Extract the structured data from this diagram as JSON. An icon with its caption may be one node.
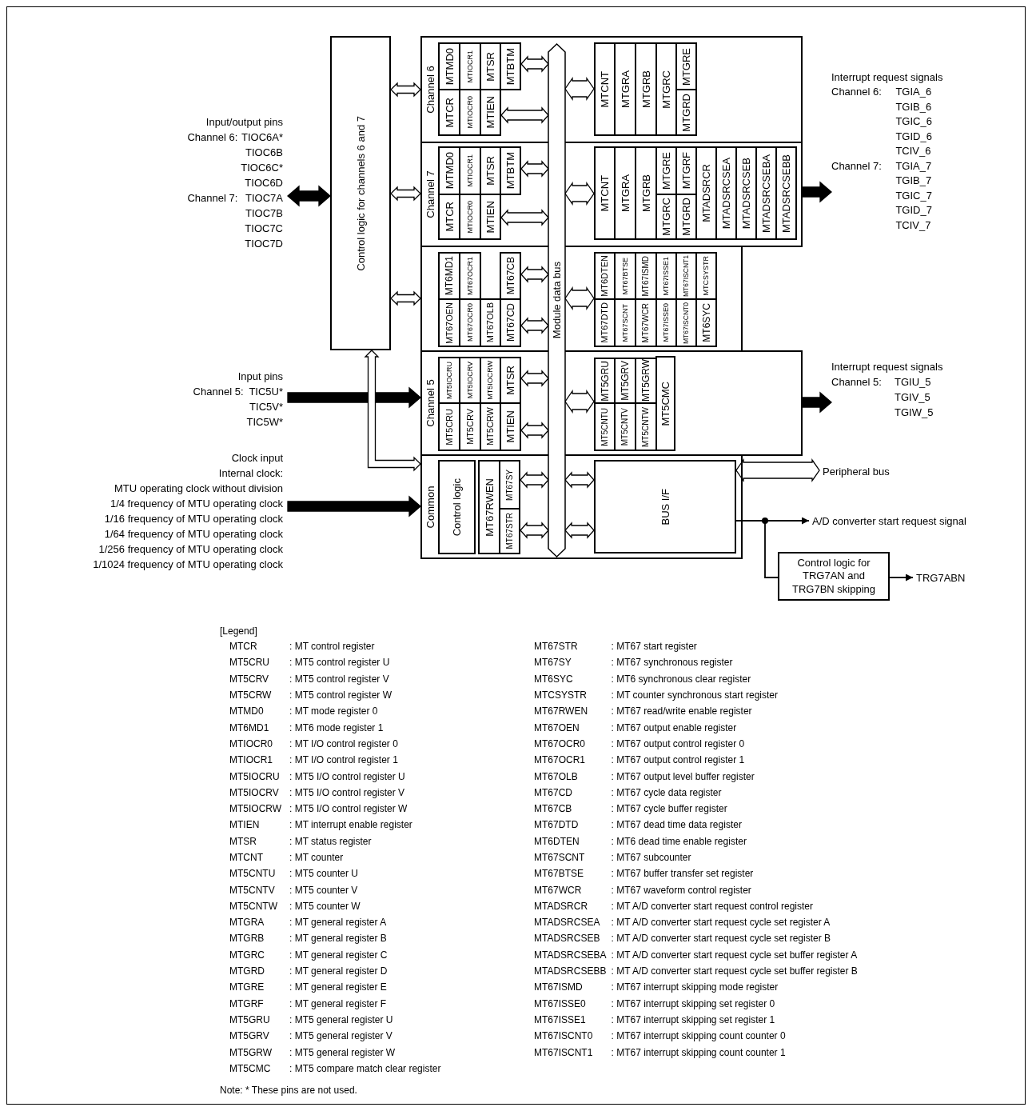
{
  "diagram": {
    "nodes": [
      {
        "text": [
          "Control logic for channels 6 and 7"
        ]
      },
      {
        "text": [
          "Channel 6"
        ]
      },
      {
        "text": [
          "MTMD0"
        ],
        "in": 1
      },
      {
        "text": [
          "MTIOCR1"
        ],
        "in": 1
      },
      {
        "text": [
          "MTSR"
        ],
        "in": 1
      },
      {
        "text": [
          "MTBTM"
        ],
        "in": 1
      },
      {
        "text": [
          "MTCR"
        ],
        "in": 1
      },
      {
        "text": [
          "MTIOCR0"
        ],
        "in": 1
      },
      {
        "text": [
          "MTIEN"
        ],
        "in": 1
      },
      {
        "text": [
          "MTCNT"
        ],
        "in": 1
      },
      {
        "text": [
          "MTGRA"
        ],
        "in": 1
      },
      {
        "text": [
          "MTGRB"
        ],
        "in": 1
      },
      {
        "text": [
          "MTGRC"
        ],
        "in": 1
      },
      {
        "text": [
          "MTGRE"
        ],
        "in": 1
      },
      {
        "text": [
          "MTGRD"
        ],
        "in": 1
      },
      {
        "text": [
          "Channel 7"
        ]
      },
      {
        "text": [
          "MTMD0"
        ],
        "in": 15
      },
      {
        "text": [
          "MTIOCR1"
        ],
        "in": 15
      },
      {
        "text": [
          "MTSR"
        ],
        "in": 15
      },
      {
        "text": [
          "MTBTM"
        ],
        "in": 15
      },
      {
        "text": [
          "MTCR"
        ],
        "in": 15
      },
      {
        "text": [
          "MTIOCR0"
        ],
        "in": 15
      },
      {
        "text": [
          "MTIEN"
        ],
        "in": 15
      },
      {
        "text": [
          "MTCNT"
        ],
        "in": 15
      },
      {
        "text": [
          "MTGRA"
        ],
        "in": 15
      },
      {
        "text": [
          "MTGRB"
        ],
        "in": 15
      },
      {
        "text": [
          "MTGRE"
        ],
        "in": 15
      },
      {
        "text": [
          "MTGRF"
        ],
        "in": 15
      },
      {
        "text": [
          "MTGRC"
        ],
        "in": 15
      },
      {
        "text": [
          "MTGRD"
        ],
        "in": 15
      },
      {
        "text": [
          "MTADSRCR"
        ],
        "in": 15
      },
      {
        "text": [
          "MTADSRCSEA"
        ],
        "in": 15
      },
      {
        "text": [
          "MTADSRCSEB"
        ],
        "in": 15
      },
      {
        "text": [
          "MTADSRCSEBA"
        ],
        "in": 15
      },
      {
        "text": [
          "MTADSRCSEBB"
        ],
        "in": 15
      },
      {
        "text": [],
        "shape": "box"
      },
      {
        "text": [
          "MT6MD1"
        ],
        "in": 35
      },
      {
        "text": [
          "MT67OCR1"
        ],
        "in": 35
      },
      {
        "text": [
          "MT67CB"
        ],
        "in": 35
      },
      {
        "text": [
          "MT67OEN"
        ],
        "in": 35
      },
      {
        "text": [
          "MT67OCR0"
        ],
        "in": 35
      },
      {
        "text": [
          "MT67OLB"
        ],
        "in": 35
      },
      {
        "text": [
          "MT67CD"
        ],
        "in": 35
      },
      {
        "text": [
          "MT6DTEN"
        ],
        "in": 35
      },
      {
        "text": [
          "MT67BTSE"
        ],
        "in": 35
      },
      {
        "text": [
          "MT67ISMD"
        ],
        "in": 35
      },
      {
        "text": [
          "MT67ISSE1"
        ],
        "in": 35
      },
      {
        "text": [
          "MT67ISCNT1"
        ],
        "in": 35
      },
      {
        "text": [
          "MTCSYSTR"
        ],
        "in": 35
      },
      {
        "text": [
          "MT67DTD"
        ],
        "in": 35
      },
      {
        "text": [
          "MT67SCNT"
        ],
        "in": 35
      },
      {
        "text": [
          "MT67WCR"
        ],
        "in": 35
      },
      {
        "text": [
          "MT67ISSE0"
        ],
        "in": 35
      },
      {
        "text": [
          "MT67ISCNT0"
        ],
        "in": 35
      },
      {
        "text": [
          "MT6SYC"
        ],
        "in": 35
      },
      {
        "text": [
          "Channel 5"
        ]
      },
      {
        "text": [
          "MT5IOCRU"
        ],
        "in": 55
      },
      {
        "text": [
          "MT5IOCRV"
        ],
        "in": 55
      },
      {
        "text": [
          "MT5IOCRW"
        ],
        "in": 55
      },
      {
        "text": [
          "MTSR"
        ],
        "in": 55
      },
      {
        "text": [
          "MT5CRU"
        ],
        "in": 55
      },
      {
        "text": [
          "MT5CRV"
        ],
        "in": 55
      },
      {
        "text": [
          "MT5CRW"
        ],
        "in": 55
      },
      {
        "text": [
          "MTIEN"
        ],
        "in": 55
      },
      {
        "text": [
          "MT5GRU"
        ],
        "in": 55
      },
      {
        "text": [
          "MT5GRV"
        ],
        "in": 55
      },
      {
        "text": [
          "MT5GRW"
        ],
        "in": 55
      },
      {
        "text": [
          "MT5CNTU"
        ],
        "in": 55
      },
      {
        "text": [
          "MT5CNTV"
        ],
        "in": 55
      },
      {
        "text": [
          "MT5CNTW"
        ],
        "in": 55
      },
      {
        "text": [
          "MT5CMC"
        ],
        "in": 55
      },
      {
        "text": [
          "Common"
        ]
      },
      {
        "text": [
          "Control logic"
        ],
        "in": 71
      },
      {
        "text": [
          "MT67RWEN"
        ],
        "in": 71
      },
      {
        "text": [
          "MT67SY"
        ],
        "in": 71
      },
      {
        "text": [
          "MT67STR"
        ],
        "in": 71
      },
      {
        "text": [
          "BUS I/F"
        ],
        "in": 71
      },
      {
        "text": [
          "Module data bus"
        ]
      },
      {
        "text": [
          "Input/output pins",
          "Channel 6:",
          "TIOC6A*",
          "TIOC6B",
          "TIOC6C*",
          "TIOC6D",
          "Channel 7:",
          "TIOC7A",
          "TIOC7B",
          "TIOC7C",
          "TIOC7D"
        ]
      },
      {
        "text": [
          "Input pins",
          "Channel 5:",
          "TIC5U*",
          "TIC5V*",
          "TIC5W*"
        ]
      },
      {
        "text": [
          "Clock input",
          "Internal clock:",
          "MTU operating clock without division",
          "1/4 frequency of MTU operating clock",
          "1/16 frequency of MTU operating clock",
          "1/64 frequency of MTU operating clock",
          "1/256 frequency of MTU operating clock",
          "1/1024 frequency of MTU operating clock"
        ]
      },
      {
        "text": [
          "Interrupt request signals",
          "Channel 6:",
          "TGIA_6",
          "TGIB_6",
          "TGIC_6",
          "TGID_6",
          "TCIV_6",
          "Channel 7:",
          "TGIA_7",
          "TGIB_7",
          "TGIC_7",
          "TGID_7",
          "TCIV_7"
        ]
      },
      {
        "text": [
          "Interrupt request signals",
          "Channel 5:",
          "TGIU_5",
          "TGIV_5",
          "TGIW_5"
        ]
      },
      {
        "text": [
          "Peripheral bus"
        ]
      },
      {
        "text": [
          "A/D converter start request signal"
        ]
      },
      {
        "text": [
          "Control logic for TRG7AN and TRG7BN skipping"
        ]
      },
      {
        "text": [
          "TRG7ABN"
        ]
      }
    ],
    "edges": [
      {
        "from": 78,
        "to": 0,
        "arrow": "both",
        "style": "thick"
      },
      {
        "from": 0,
        "to": 1,
        "arrow": "both"
      },
      {
        "from": 0,
        "to": 15,
        "arrow": "both"
      },
      {
        "from": 0,
        "to": 35,
        "arrow": "both"
      },
      {
        "from": 0,
        "to": 71,
        "arrow": "both"
      },
      {
        "from": 79,
        "to": 55,
        "arrow": "to",
        "style": "thick"
      },
      {
        "from": 80,
        "to": 71,
        "arrow": "to",
        "style": "thick"
      },
      {
        "from": 15,
        "to": 81,
        "arrow": "to",
        "style": "thick"
      },
      {
        "from": 55,
        "to": 82,
        "arrow": "to",
        "style": "thick"
      },
      {
        "from": 5,
        "to": 77,
        "arrow": "both"
      },
      {
        "from": 8,
        "to": 77,
        "arrow": "both"
      },
      {
        "from": 77,
        "to": 9,
        "arrow": "both"
      },
      {
        "from": 19,
        "to": 77,
        "arrow": "both"
      },
      {
        "from": 22,
        "to": 77,
        "arrow": "both"
      },
      {
        "from": 77,
        "to": 23,
        "arrow": "both"
      },
      {
        "from": 38,
        "to": 77,
        "arrow": "both"
      },
      {
        "from": 42,
        "to": 77,
        "arrow": "both"
      },
      {
        "from": 77,
        "to": 43,
        "arrow": "both"
      },
      {
        "from": 59,
        "to": 77,
        "arrow": "both"
      },
      {
        "from": 63,
        "to": 77,
        "arrow": "both"
      },
      {
        "from": 77,
        "to": 64,
        "arrow": "both"
      },
      {
        "from": 74,
        "to": 77,
        "arrow": "both"
      },
      {
        "from": 75,
        "to": 77,
        "arrow": "both"
      },
      {
        "from": 77,
        "to": 76,
        "arrow": "both"
      },
      {
        "from": 77,
        "to": 76,
        "arrow": "both"
      },
      {
        "from": 76,
        "to": 83,
        "arrow": "both"
      },
      {
        "from": 76,
        "to": 84,
        "arrow": "to"
      },
      {
        "from": 76,
        "to": 85,
        "arrow": "none"
      },
      {
        "from": 85,
        "to": 86,
        "arrow": "to"
      }
    ],
    "labels": [
      "[Legend]",
      "MTCR",
      ": MT control register",
      "MT67STR",
      ": MT67 start register",
      "MT5CRU",
      ": MT5 control register U",
      "MT67SY",
      ": MT67 synchronous register",
      "MT5CRV",
      ": MT5 control register V",
      "MT6SYC",
      ": MT6 synchronous clear register",
      "MT5CRW",
      ": MT5 control register W",
      "MTCSYSTR",
      ": MT counter synchronous start register",
      "MTMD0",
      ": MT mode register 0",
      "MT67RWEN",
      ": MT67 read/write enable register",
      "MT6MD1",
      ": MT6 mode register 1",
      "MT67OEN",
      ": MT67 output enable register",
      "MTIOCR0",
      ": MT I/O control register 0",
      "MT67OCR0",
      ": MT67 output control register 0",
      "MTIOCR1",
      ": MT I/O control register 1",
      "MT67OCR1",
      ": MT67 output control register 1",
      "MT5IOCRU",
      ": MT5 I/O control register U",
      "MT67OLB",
      ": MT67 output level buffer register",
      "MT5IOCRV",
      ": MT5 I/O control register V",
      "MT67CD",
      ": MT67 cycle data register",
      "MT5IOCRW",
      ": MT5 I/O control register W",
      "MT67CB",
      ": MT67 cycle buffer register",
      "MTIEN",
      ": MT interrupt enable register",
      "MT67DTD",
      ": MT67 dead time data register",
      "MTSR",
      ": MT status register",
      "MT6DTEN",
      ": MT6 dead time enable register",
      "MTCNT",
      ": MT counter",
      "MT67SCNT",
      ": MT67 subcounter",
      "MT5CNTU",
      ": MT5 counter U",
      "MT67BTSE",
      ": MT67 buffer transfer set register",
      "MT5CNTV",
      ": MT5 counter V",
      "MT67WCR",
      ": MT67 waveform control register",
      "MT5CNTW",
      ": MT5 counter W",
      "MTADSRCR",
      ": MT A/D converter start request control register",
      "MTGRA",
      ": MT general register A",
      "MTADSRCSEA",
      ": MT A/D converter start request cycle set register A",
      "MTGRB",
      ": MT general register B",
      "MTADSRCSEB",
      ": MT A/D converter start request cycle set register B",
      "MTGRC",
      ": MT general register C",
      "MTADSRCSEBA",
      ": MT A/D converter start request cycle set buffer register A",
      "MTGRD",
      ": MT general register D",
      "MTADSRCSEBB",
      ": MT A/D converter start request cycle set buffer register B",
      "MTGRE",
      ": MT general register E",
      "MT67ISMD",
      ": MT67 interrupt skipping mode register",
      "MTGRF",
      ": MT general register F",
      "MT67ISSE0",
      ": MT67 interrupt skipping set register 0",
      "MT5GRU",
      ": MT5 general register U",
      "MT67ISSE1",
      ": MT67 interrupt skipping set register 1",
      "MT5GRV",
      ": MT5 general register V",
      "MT67ISCNT0",
      ": MT67 interrupt skipping count counter 0",
      "MT5GRW",
      ": MT5 general register W",
      "MT67ISCNT1",
      ": MT67 interrupt skipping count counter 1",
      "MT5CMC",
      ": MT5 compare match clear register",
      "Note: * These pins are not used."
    ]
  }
}
